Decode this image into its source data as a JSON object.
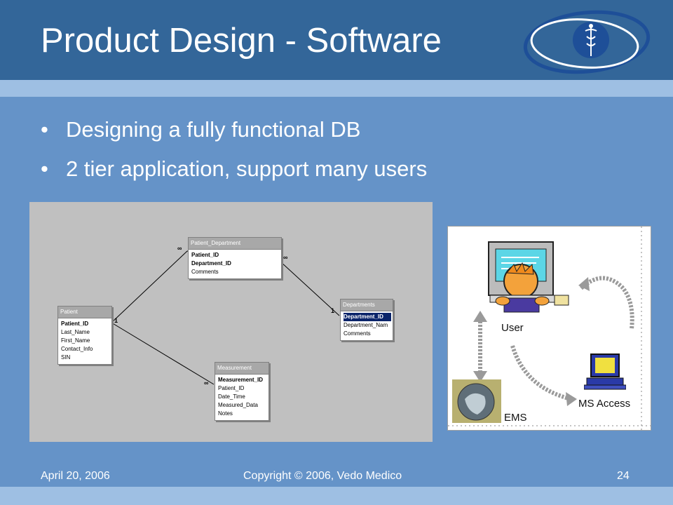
{
  "slide": {
    "title": "Product Design - Software",
    "bullets": [
      {
        "marker": "•",
        "text": "Designing a fully functional DB"
      },
      {
        "marker": "•",
        "text": "2 tier application, support many users"
      }
    ]
  },
  "db_diagram": {
    "tables": {
      "patient": {
        "name": "Patient",
        "fields": [
          "Patient_ID",
          "Last_Name",
          "First_Name",
          "Contact_Info",
          "SIN"
        ]
      },
      "patient_department": {
        "name": "Patient_Department",
        "fields": [
          "Patient_ID",
          "Department_ID",
          "Comments"
        ]
      },
      "departments": {
        "name": "Departments",
        "fields": [
          "Department_ID",
          "Department_Nam",
          "Comments"
        ]
      },
      "measurement": {
        "name": "Measurement",
        "fields": [
          "Measurement_ID",
          "Patient_ID",
          "Date_Time",
          "Measured_Data",
          "Notes"
        ]
      }
    },
    "relations": {
      "one": "1",
      "many": "∞"
    }
  },
  "architecture": {
    "nodes": {
      "user": "User",
      "ems": "EMS",
      "ms_access": "MS Access"
    }
  },
  "footer": {
    "date": "April 20, 2006",
    "copyright": "Copyright © 2006, Vedo Medico",
    "page": "24"
  },
  "colors": {
    "header": "#336699",
    "background": "#6593c8",
    "strip": "#9ebfe3",
    "text": "#ffffff"
  }
}
